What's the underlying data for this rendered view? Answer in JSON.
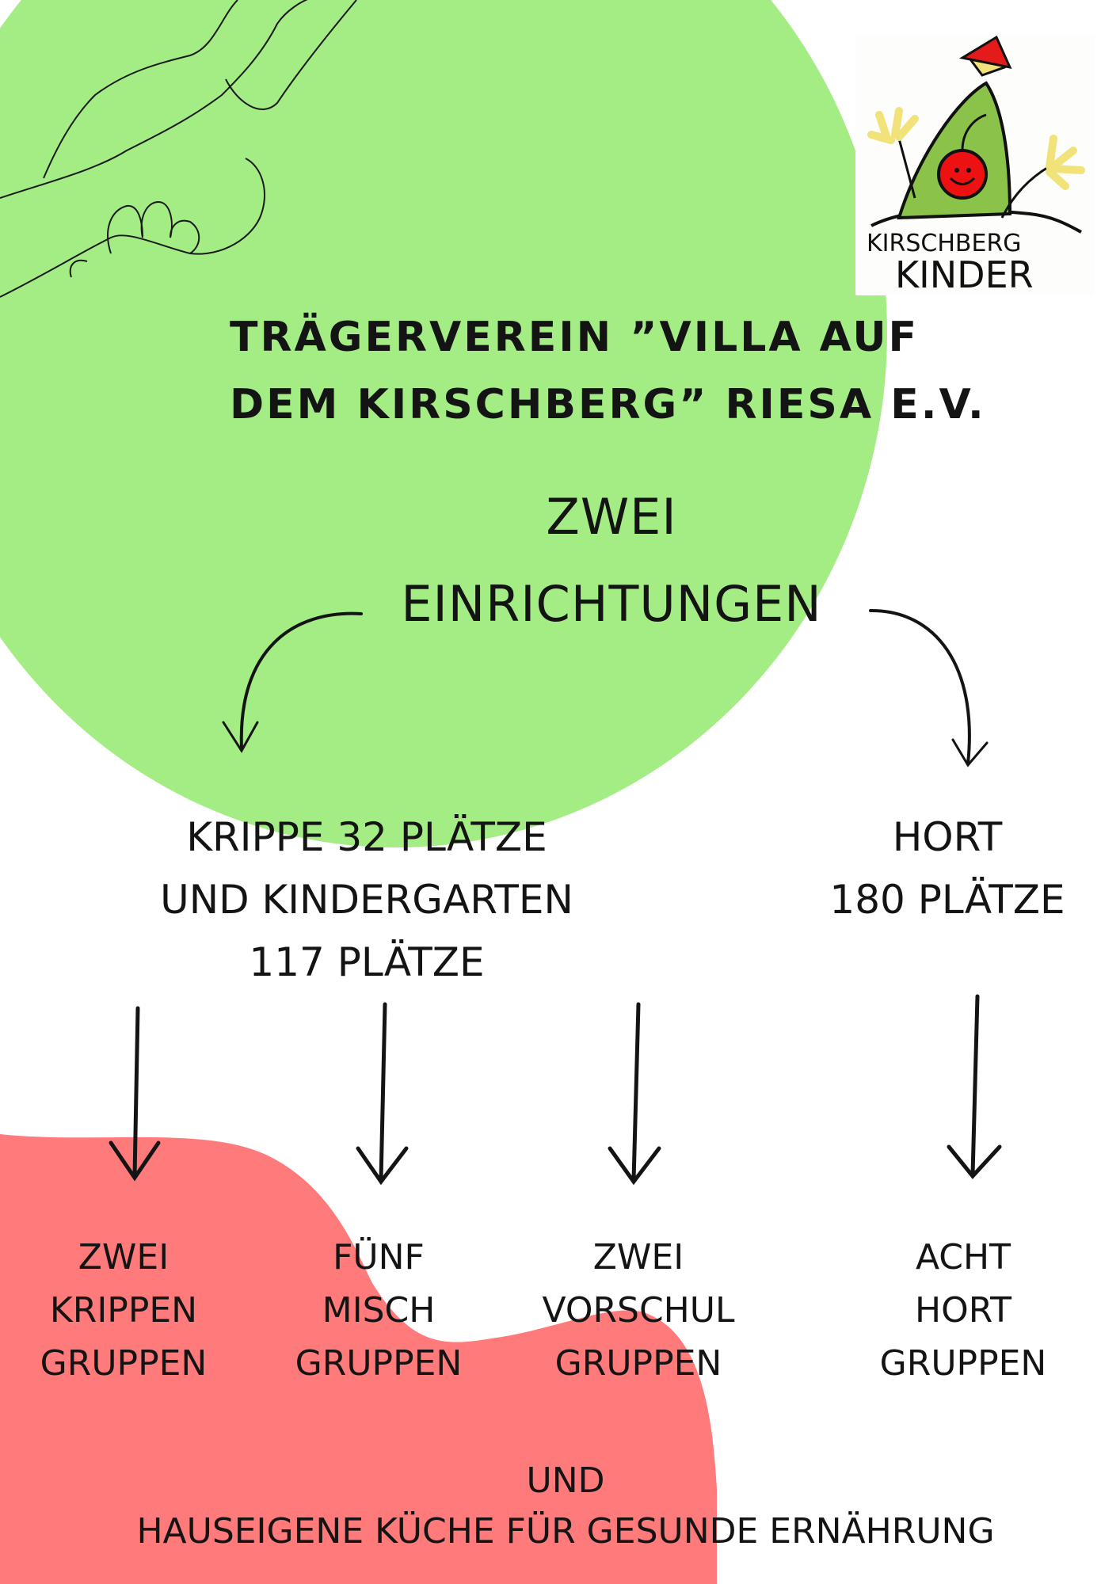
{
  "logo": {
    "line1": "KIRSCHBERG",
    "line2": "KINDER"
  },
  "title": {
    "line1": "TRÄGERVEREIN ”VILLA AUF",
    "line2": "DEM KIRSCHBERG” RIESA E.V."
  },
  "heading": {
    "line1": "ZWEI",
    "line2": "EINRICHTUNGEN"
  },
  "facilities": [
    {
      "lines": [
        "KRIPPE 32 PLÄTZE",
        "UND KINDERGARTEN",
        "117 PLÄTZE"
      ]
    },
    {
      "lines": [
        "HORT",
        "180 PLÄTZE"
      ]
    }
  ],
  "groups": [
    {
      "lines": [
        "ZWEI",
        "KRIPPEN",
        "GRUPPEN"
      ]
    },
    {
      "lines": [
        "FÜNF",
        "MISCH",
        "GRUPPEN"
      ]
    },
    {
      "lines": [
        "ZWEI",
        "VORSCHUL",
        "GRUPPEN"
      ]
    },
    {
      "lines": [
        "ACHT",
        "HORT",
        "GRUPPEN"
      ]
    }
  ],
  "footer": {
    "line1": "UND",
    "line2": "HAUSEIGENE KÜCHE FÜR GESUNDE ERNÄHRUNG"
  },
  "colors": {
    "green": "#a3ed84",
    "red": "#ff7b7b",
    "ink": "#141414"
  }
}
